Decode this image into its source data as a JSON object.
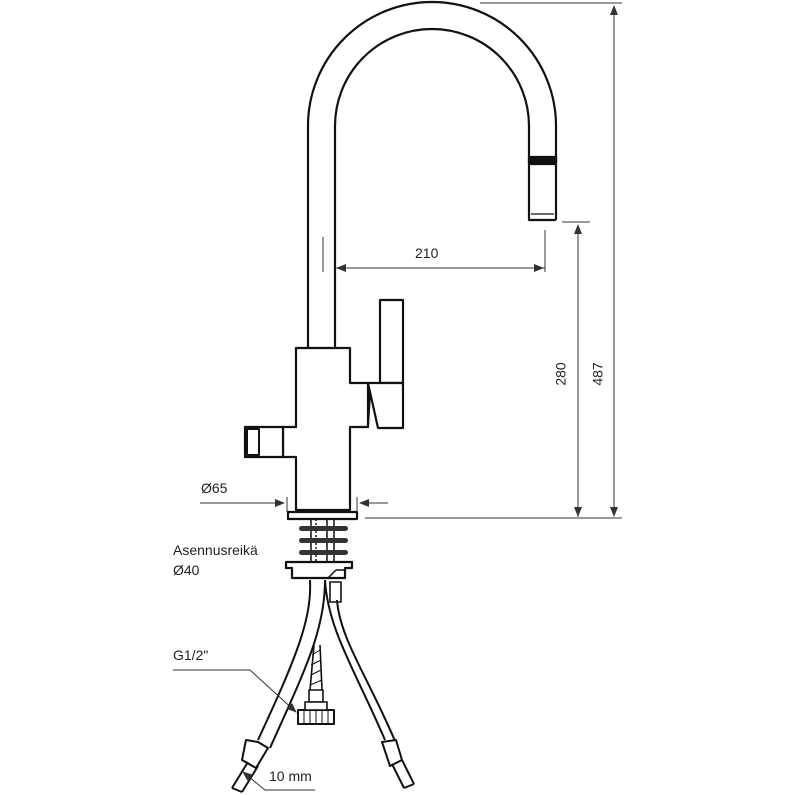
{
  "dimensions": {
    "spout_reach": "210",
    "spout_height": "280",
    "total_height": "487",
    "base_diameter": "Ø65"
  },
  "labels": {
    "mounting_hole": "Asennusreikä",
    "mounting_hole_diameter": "Ø40",
    "connection_thread": "G1/2\"",
    "hose_diameter": "10 mm"
  },
  "colors": {
    "line": "#111111",
    "dim": "#333333"
  }
}
